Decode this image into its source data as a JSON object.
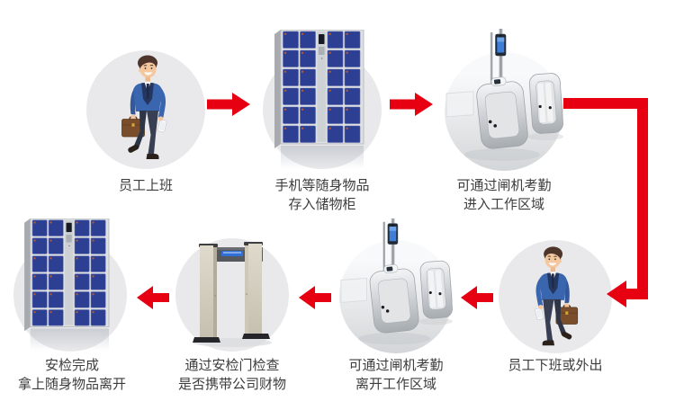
{
  "colors": {
    "arrow_red": "#E60012",
    "circle_bg": "#E9E9EB",
    "label_text": "#3D3D3D",
    "suit_blue": "#3A66AF",
    "locker_blue": "#2C3F93",
    "detector_beige": "#D7D1C2",
    "screen_blue": "#3D7ED9",
    "canvas_bg": "#FFFFFF"
  },
  "steps": [
    {
      "name": "employee-arrive",
      "line1": "员工上班",
      "line2": "",
      "illustration": "worker-walking-right"
    },
    {
      "name": "store-items",
      "line1": "手机等随身物品",
      "line2": "存入储物柜",
      "illustration": "smart-locker"
    },
    {
      "name": "enter-gate",
      "line1": "可通过闸机考勤",
      "line2": "进入工作区域",
      "illustration": "turnstile-gate"
    },
    {
      "name": "employee-leave",
      "line1": "员工下班或外出",
      "line2": "",
      "illustration": "worker-walking-left"
    },
    {
      "name": "exit-gate",
      "line1": "可通过闸机考勤",
      "line2": "离开工作区域",
      "illustration": "turnstile-gate"
    },
    {
      "name": "security-check",
      "line1": "通过安检门检查",
      "line2": "是否携带公司财物",
      "illustration": "security-door"
    },
    {
      "name": "pickup-items",
      "line1": "安检完成",
      "line2": "拿上随身物品离开",
      "illustration": "smart-locker"
    }
  ],
  "icons": {
    "arrow_right": "block-arrow-right",
    "arrow_left": "block-arrow-left",
    "arrow_elbow": "block-arrow-down-then-left"
  }
}
